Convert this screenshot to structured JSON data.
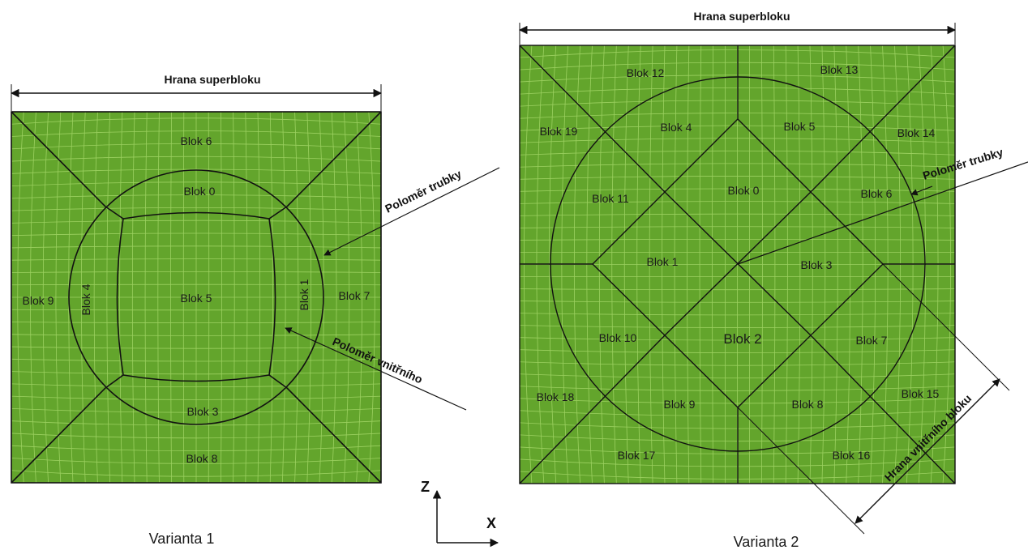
{
  "variant1": {
    "caption": "Varianta 1",
    "edge_label": "Hrana superbloku",
    "pipe_radius_label": "Poloměr trubky",
    "inner_radius_label": "Poloměr vnitřního",
    "blocks": {
      "b6": "Blok 6",
      "b0": "Blok 0",
      "b9": "Blok 9",
      "b4": "Blok 4",
      "b5": "Blok 5",
      "b1": "Blok 1",
      "b7": "Blok 7",
      "b3": "Blok 3",
      "b8": "Blok 8"
    }
  },
  "variant2": {
    "caption": "Varianta 2",
    "edge_label": "Hrana superbloku",
    "pipe_radius_label": "Poloměr trubky",
    "inner_edge_label": "Hrana vnitřního bloku",
    "blocks": {
      "b12": "Blok 12",
      "b13": "Blok 13",
      "b19": "Blok 19",
      "b4": "Blok 4",
      "b5": "Blok 5",
      "b14": "Blok 14",
      "b11": "Blok 11",
      "b0": "Blok 0",
      "b6": "Blok 6",
      "b1": "Blok 1",
      "b3": "Blok 3",
      "b10": "Blok 10",
      "b2": "Blok 2",
      "b7": "Blok 7",
      "b18": "Blok 18",
      "b9": "Blok 9",
      "b8": "Blok 8",
      "b15": "Blok 15",
      "b17": "Blok 17",
      "b16": "Blok 16"
    }
  },
  "axes": {
    "z": "Z",
    "x": "X"
  },
  "colors": {
    "mesh_fill": "#63a52c",
    "mesh_lines": "#a6d96a",
    "block_lines": "#111111"
  }
}
